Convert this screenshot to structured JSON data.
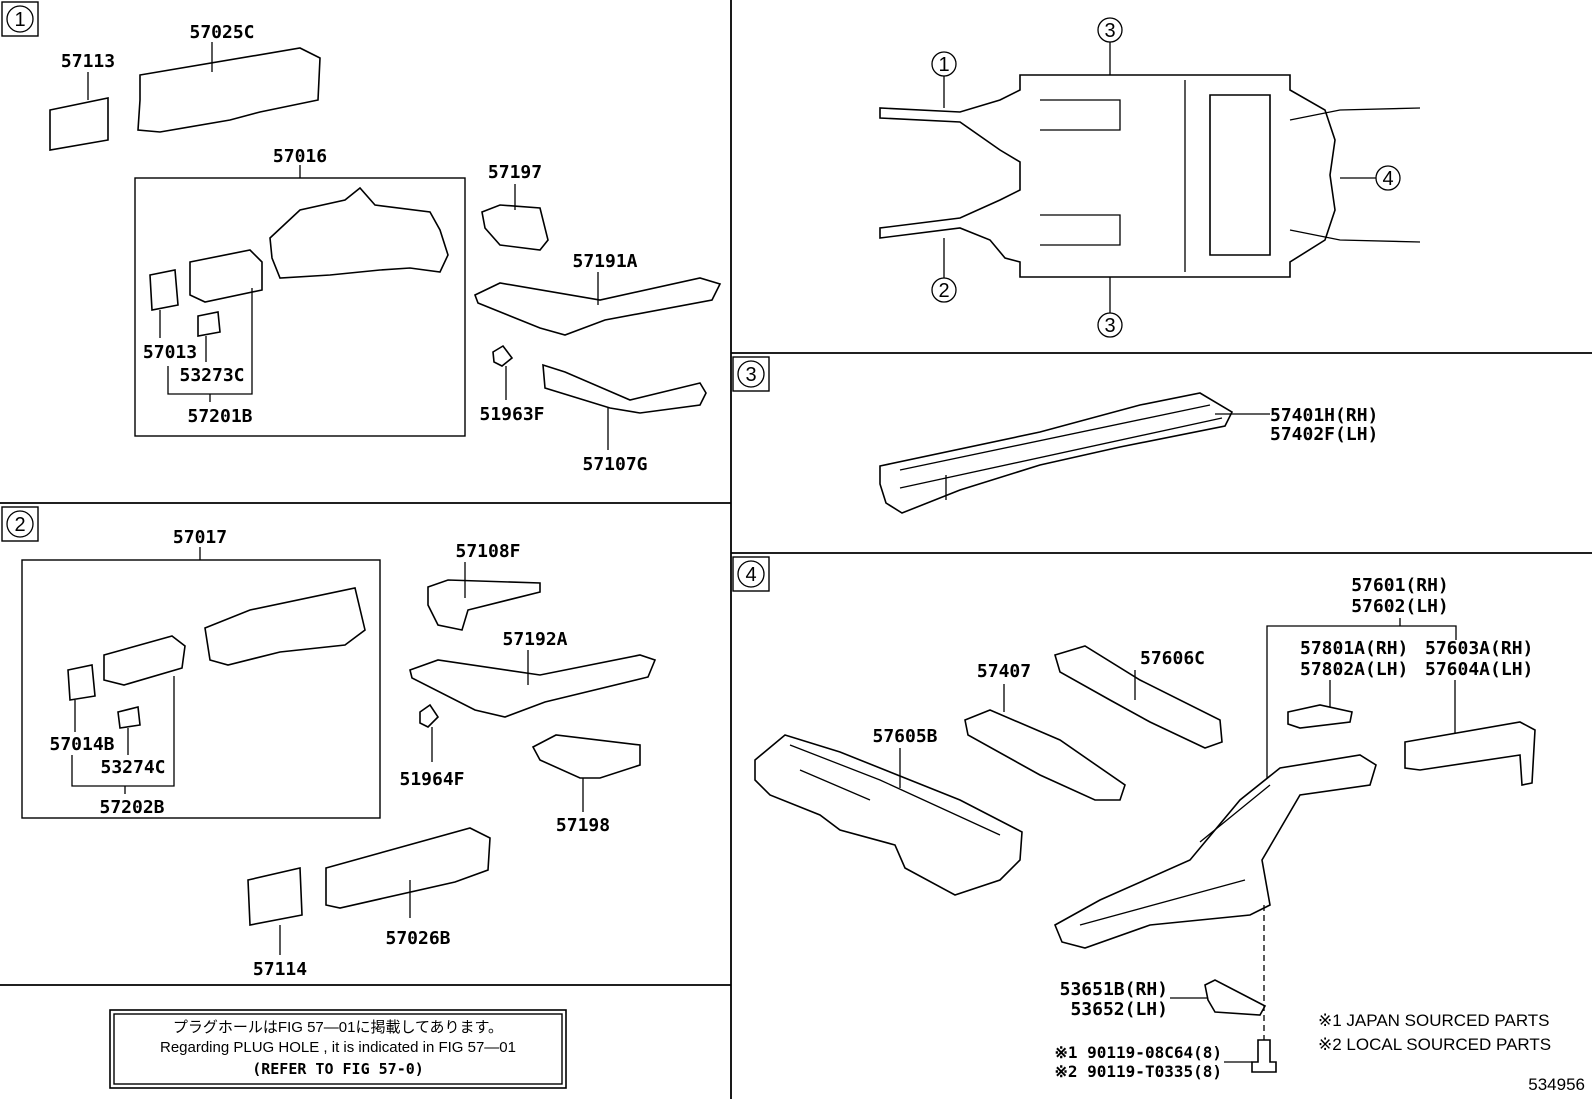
{
  "sections": {
    "s1": {
      "number": "1"
    },
    "s2": {
      "number": "2"
    },
    "s3": {
      "number": "3"
    },
    "s4": {
      "number": "4"
    }
  },
  "overview": {
    "callouts": [
      "1",
      "2",
      "3",
      "3",
      "4"
    ]
  },
  "parts": {
    "p57025C": "57025C",
    "p57113": "57113",
    "p57016": "57016",
    "p57197": "57197",
    "p57191A": "57191A",
    "p57013": "57013",
    "p53273C": "53273C",
    "p57201B": "57201B",
    "p51963F": "51963F",
    "p57107G": "57107G",
    "p57017": "57017",
    "p57108F": "57108F",
    "p57192A": "57192A",
    "p57014B": "57014B",
    "p53274C": "53274C",
    "p57202B": "57202B",
    "p51964F": "51964F",
    "p57198": "57198",
    "p57114": "57114",
    "p57026B": "57026B",
    "p57401H": "57401H(RH)",
    "p57402F": "57402F(LH)",
    "p57601": "57601(RH)",
    "p57602": "57602(LH)",
    "p57801A": "57801A(RH)",
    "p57802A": "57802A(LH)",
    "p57603A": "57603A(RH)",
    "p57604A": "57604A(LH)",
    "p57606C": "57606C",
    "p57407": "57407",
    "p57605B": "57605B",
    "p53651B": "53651B(RH)",
    "p53652": "53652(LH)",
    "bolt1": "※1 90119-08C64(8)",
    "bolt2": "※2 90119-T0335(8)"
  },
  "note": {
    "line1": "プラグホールはFIG 57—01に掲載してあります。",
    "line2": "Regarding  PLUG  HOLE , it is indicated in FIG  57—01",
    "line3": "(REFER TO FIG 57-0)"
  },
  "legend": {
    "line1": "※1 JAPAN SOURCED PARTS",
    "line2": "※2 LOCAL SOURCED PARTS"
  },
  "figure_id": "534956"
}
